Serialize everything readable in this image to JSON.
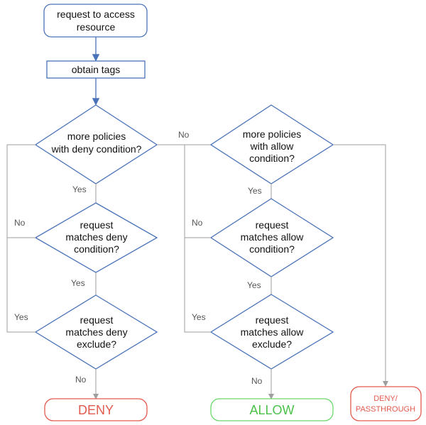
{
  "colors": {
    "flow_blue": "#4a72b8",
    "connector_gray": "#9e9e9e",
    "deny_red": "#e25a4e",
    "allow_green": "#6bd86b",
    "deny_passthrough_red": "#e25a4e"
  },
  "nodes": {
    "start": {
      "line1": "request to access",
      "line2": "resource"
    },
    "obtain_tags": {
      "label": "obtain tags"
    },
    "deny_policies": {
      "line1": "more policies",
      "line2": "with deny condition?"
    },
    "deny_match": {
      "line1": "request",
      "line2": "matches deny",
      "line3": "condition?"
    },
    "deny_exclude": {
      "line1": "request",
      "line2": "matches deny",
      "line3": "exclude?"
    },
    "allow_policies": {
      "line1": "more policies",
      "line2": "with allow",
      "line3": "condition?"
    },
    "allow_match": {
      "line1": "request",
      "line2": "matches allow",
      "line3": "condition?"
    },
    "allow_exclude": {
      "line1": "request",
      "line2": "matches allow",
      "line3": "exclude?"
    },
    "deny": {
      "label": "DENY"
    },
    "allow": {
      "label": "ALLOW"
    },
    "deny_passthrough": {
      "line1": "DENY/",
      "line2": "PASSTHROUGH"
    }
  },
  "edges": {
    "deny_policies_no": "No",
    "deny_policies_yes": "Yes",
    "deny_match_no": "No",
    "deny_match_yes": "Yes",
    "deny_exclude_yes": "Yes",
    "deny_exclude_no": "No",
    "allow_policies_yes": "Yes",
    "allow_match_no": "No",
    "allow_match_yes": "Yes",
    "allow_exclude_yes": "Yes",
    "allow_exclude_no": "No"
  }
}
